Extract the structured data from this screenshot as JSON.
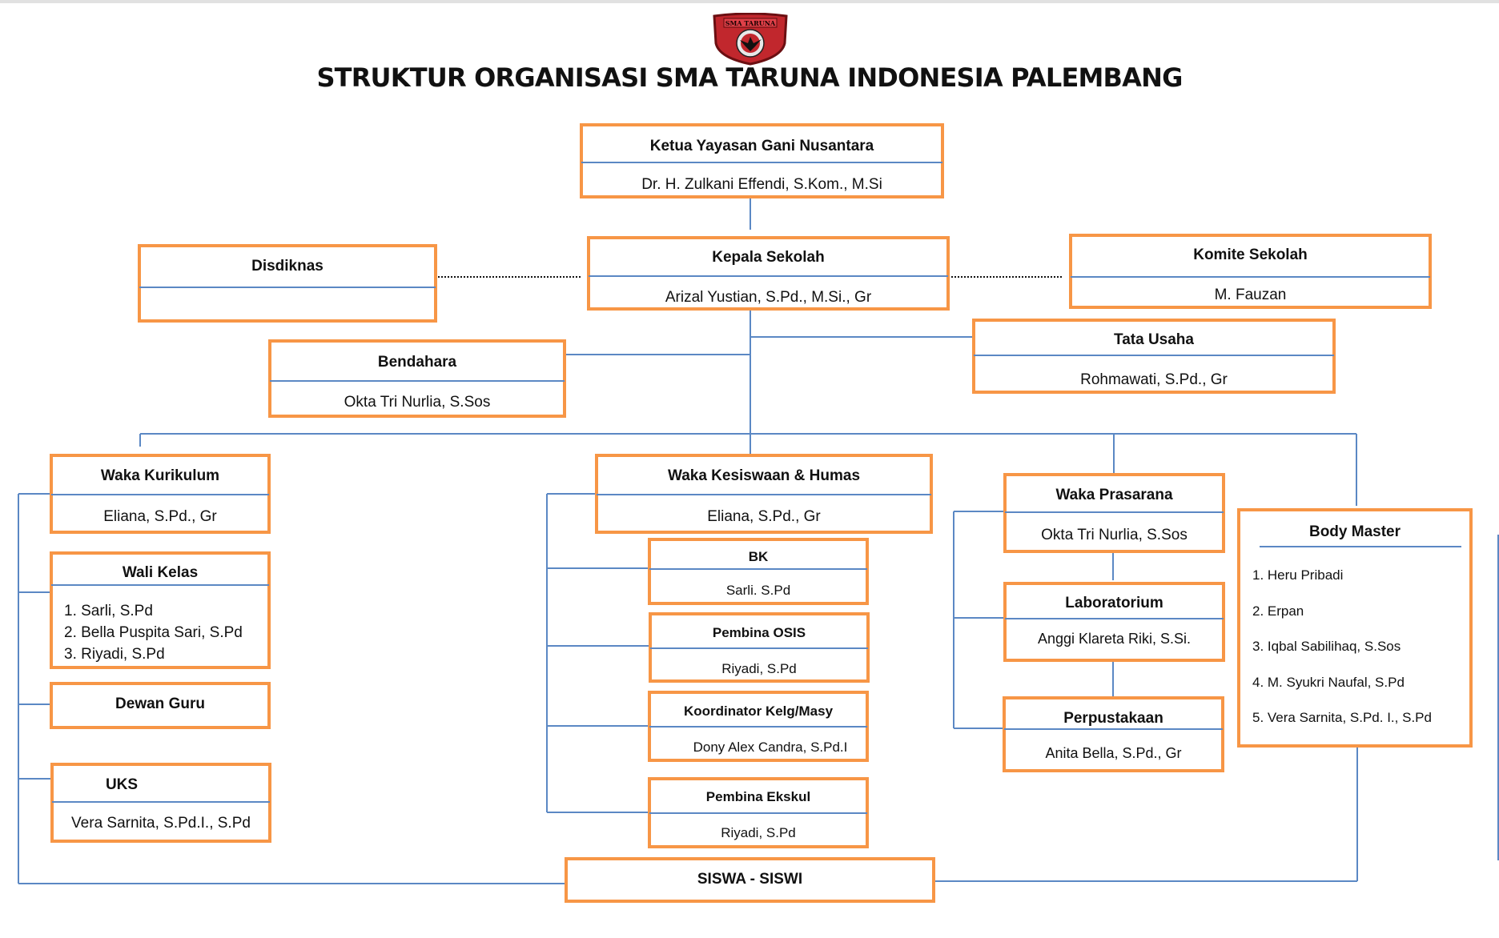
{
  "page": {
    "title": "STRUKTUR ORGANISASI SMA TARUNA INDONESIA PALEMBANG",
    "logo": {
      "icon": "school-crest-icon",
      "text": "SMA TARUNA",
      "color": "#c1272d"
    }
  },
  "colors": {
    "box_border": "#f79646",
    "connector": "#5b88c4",
    "text": "#111111"
  },
  "nodes": {
    "ketua_yayasan": {
      "title": "Ketua Yayasan Gani Nusantara",
      "name": "Dr. H. Zulkani Effendi, S.Kom., M.Si"
    },
    "kepala_sekolah": {
      "title": "Kepala Sekolah",
      "name": "Arizal Yustian, S.Pd., M.Si., Gr"
    },
    "disdiknas": {
      "title": "Disdiknas",
      "name": ""
    },
    "komite_sekolah": {
      "title": "Komite Sekolah",
      "name": "M. Fauzan"
    },
    "tata_usaha": {
      "title": "Tata Usaha",
      "name": "Rohmawati, S.Pd., Gr"
    },
    "bendahara": {
      "title": "Bendahara",
      "name": "Okta Tri Nurlia, S.Sos"
    },
    "waka_kurikulum": {
      "title": "Waka Kurikulum",
      "name": "Eliana, S.Pd., Gr"
    },
    "wali_kelas": {
      "title": "Wali Kelas",
      "members": [
        "1. Sarli, S.Pd",
        "2. Bella Puspita Sari, S.Pd",
        "3. Riyadi, S.Pd"
      ]
    },
    "dewan_guru": {
      "title": "Dewan Guru"
    },
    "uks": {
      "title": "UKS",
      "name": "Vera Sarnita, S.Pd.I., S.Pd"
    },
    "waka_kesiswaan": {
      "title": "Waka Kesiswaan & Humas",
      "name": "Eliana, S.Pd., Gr"
    },
    "bk": {
      "title": "BK",
      "name": "Sarli. S.Pd"
    },
    "pembina_osis": {
      "title": "Pembina OSIS",
      "name": "Riyadi, S.Pd"
    },
    "koordinator": {
      "title": "Koordinator Kelg/Masy",
      "name": "Dony Alex Candra, S.Pd.I"
    },
    "pembina_ekskul": {
      "title": "Pembina Ekskul",
      "name": "Riyadi, S.Pd"
    },
    "waka_prasarana": {
      "title": "Waka Prasarana",
      "name": "Okta Tri Nurlia, S.Sos"
    },
    "laboratorium": {
      "title": "Laboratorium",
      "name": "Anggi Klareta Riki, S.Si."
    },
    "perpustakaan": {
      "title": "Perpustakaan",
      "name": "Anita Bella, S.Pd., Gr"
    },
    "body_master": {
      "title": "Body Master",
      "members": [
        "1. Heru Pribadi",
        "2. Erpan",
        "3. Iqbal Sabilihaq, S.Sos",
        "4. M. Syukri Naufal, S.Pd",
        "5. Vera Sarnita, S.Pd. I., S.Pd"
      ]
    },
    "siswa": {
      "title": "SISWA - SISWI"
    }
  }
}
